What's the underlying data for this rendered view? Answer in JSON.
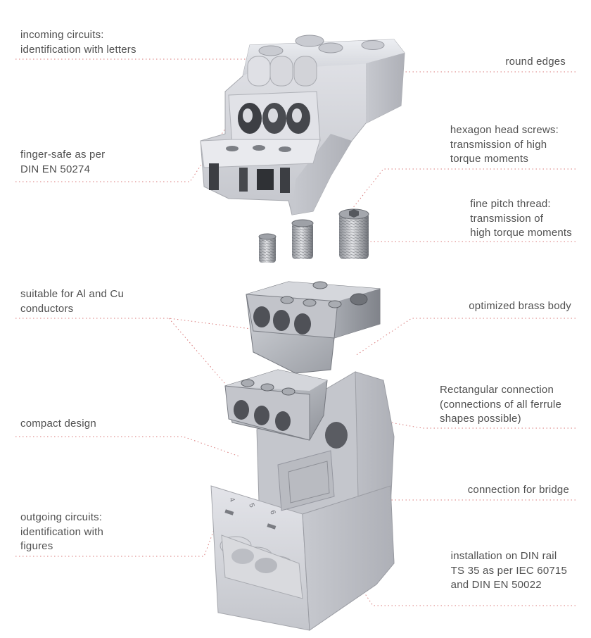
{
  "colors": {
    "text": "#505050",
    "leader": "#d97a7a",
    "housing": "#d8d9de",
    "brass": "#b9bcc2"
  },
  "labels": {
    "incoming": "incoming circuits:\nidentification with letters",
    "finger_safe": "finger-safe as per\nDIN EN 50274",
    "suitable": "suitable for Al and Cu\nconductors",
    "compact": "compact design",
    "outgoing": "outgoing circuits:\nidentification with\nfigures",
    "round_edges": "round edges",
    "hexagon": "hexagon head screws:\ntransmission of high\ntorque moments",
    "fine_pitch": "fine pitch thread:\ntransmission of\nhigh torque moments",
    "brass_body": "optimized brass body",
    "rectangular": "Rectangular connection\n(connections of all ferrule\nshapes possible)",
    "bridge": "connection for bridge",
    "din_rail": "installation on DIN rail\nTS 35 as per IEC 60715\nand DIN EN 50022"
  },
  "housing_numbers": [
    "4",
    "5",
    "6"
  ]
}
